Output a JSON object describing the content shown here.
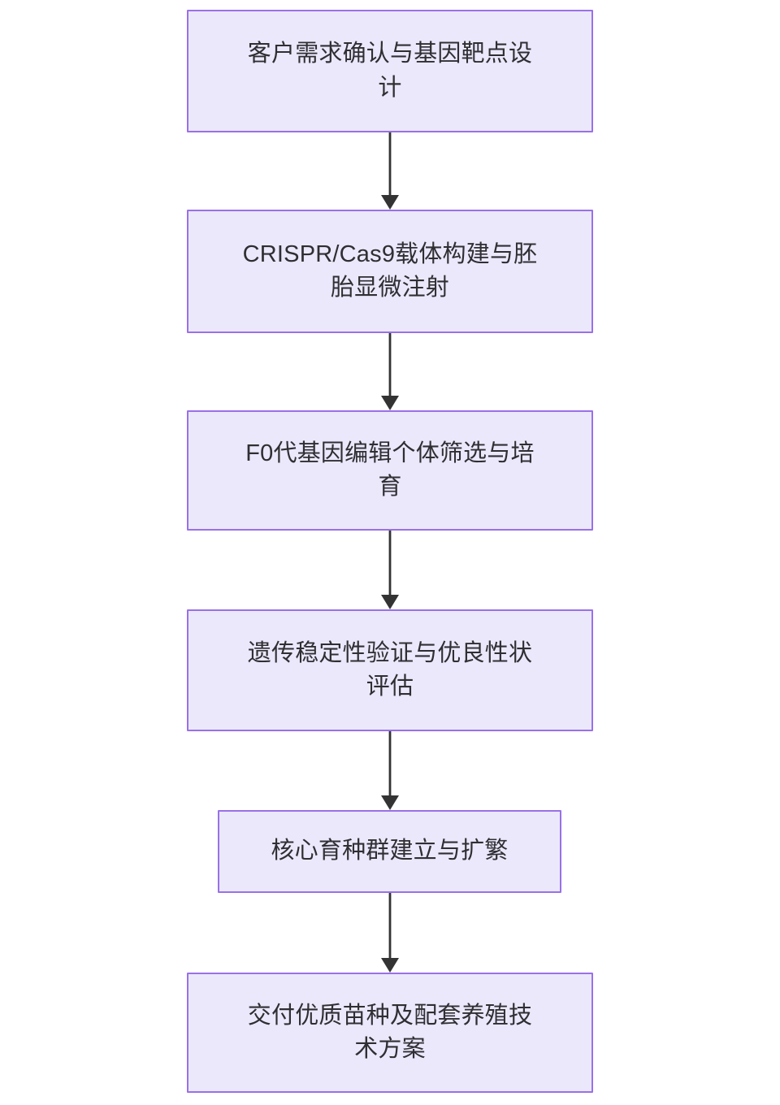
{
  "diagram": {
    "type": "flowchart",
    "orientation": "top-to-bottom",
    "background_color": "#ffffff",
    "node_fill_color": "#ebe8fb",
    "node_border_color": "#9a70e8",
    "node_text_color": "#2f2f33",
    "edge_color": "#333333",
    "nodes": [
      {
        "id": "n1",
        "label": "客户需求确认与基因靶点设计"
      },
      {
        "id": "n2",
        "label": "CRISPR/Cas9载体构建与胚胎显微注射"
      },
      {
        "id": "n3",
        "label": "F0代基因编辑个体筛选与培育"
      },
      {
        "id": "n4",
        "label": "遗传稳定性验证与优良性状评估"
      },
      {
        "id": "n5",
        "label": "核心育种群建立与扩繁"
      },
      {
        "id": "n6",
        "label": "交付优质苗种及配套养殖技术方案"
      }
    ],
    "edges": [
      {
        "from": "n1",
        "to": "n2",
        "label": ""
      },
      {
        "from": "n2",
        "to": "n3",
        "label": ""
      },
      {
        "from": "n3",
        "to": "n4",
        "label": ""
      },
      {
        "from": "n4",
        "to": "n5",
        "label": ""
      },
      {
        "from": "n5",
        "to": "n6",
        "label": ""
      }
    ]
  }
}
